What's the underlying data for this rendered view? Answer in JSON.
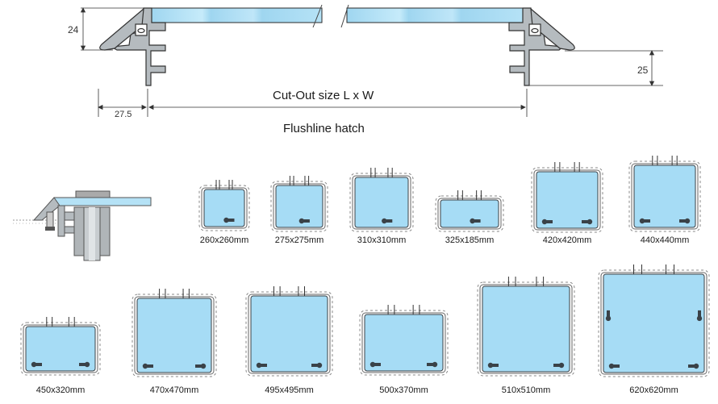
{
  "section_diagram": {
    "title": "Flushline hatch",
    "cutout_label": "Cut-Out size L x W",
    "dim_height_left": "24",
    "dim_height_right": "25",
    "dim_flange": "27.5"
  },
  "hatches": [
    {
      "label": "260x260mm",
      "handles": 1
    },
    {
      "label": "275x275mm",
      "handles": 1
    },
    {
      "label": "310x310mm",
      "handles": 1
    },
    {
      "label": "325x185mm",
      "handles": 1
    },
    {
      "label": "420x420mm",
      "handles": 2
    },
    {
      "label": "440x440mm",
      "handles": 2
    },
    {
      "label": "450x320mm",
      "handles": 2
    },
    {
      "label": "470x470mm",
      "handles": 2
    },
    {
      "label": "495x495mm",
      "handles": 2
    },
    {
      "label": "500x370mm",
      "handles": 2
    },
    {
      "label": "510x510mm",
      "handles": 2
    },
    {
      "label": "620x620mm",
      "handles": 4
    }
  ],
  "colors": {
    "glass": "#a6dcf5",
    "frame": "#b8bec2",
    "outline": "#3a3f44",
    "handle": "#3a4248"
  }
}
